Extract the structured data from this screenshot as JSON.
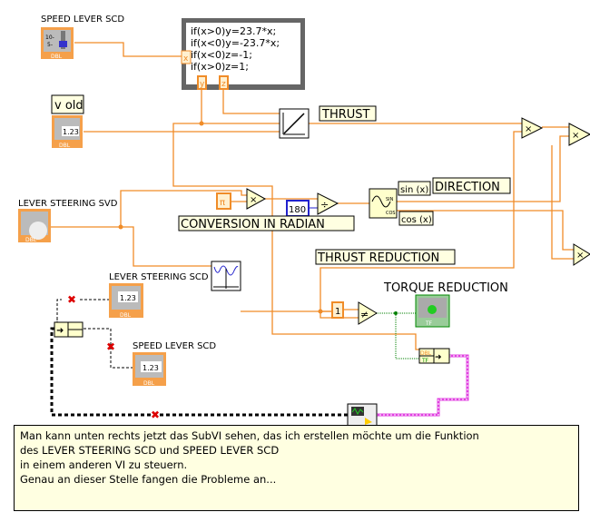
{
  "colors": {
    "dbl_wire": "#f08c28",
    "bool_wire": "#008000",
    "cluster_wire": "#e040e0",
    "comment_bg": "#ffffe1",
    "label_bg": "#ffffe1"
  },
  "controls": {
    "speed_lever_scd": {
      "label": "SPEED LEVER SCD",
      "type": "DBL",
      "icon": "vertical-slider-icon"
    },
    "v_old": {
      "label": "v old",
      "type": "DBL",
      "value": "1.23"
    },
    "lever_steering_svd": {
      "label": "LEVER STEERING SVD",
      "type": "DBL",
      "icon": "knob-icon"
    }
  },
  "formula_node": {
    "lines": [
      "if(x>0)y=23.7*x;",
      "if(x<0)y=-23.7*x;",
      "if(x<0)z=-1;",
      "if(x>0)z=1;"
    ],
    "input": "x",
    "outputs": [
      "y",
      "z"
    ]
  },
  "labels": {
    "thrust": "THRUST",
    "conversion": "CONVERSION IN RADIAN",
    "direction": "DIRECTION",
    "thrust_reduction": "THRUST REDUCTION",
    "torque_reduction": "TORQUE REDUCTION",
    "sin": "sin (x)",
    "cos": "cos (x)"
  },
  "constants": {
    "pi": "π",
    "c180": "180",
    "one": "1"
  },
  "indicators": {
    "lever_steering_scd": {
      "label": "LEVER STEERING SCD",
      "value": "1.23",
      "type": "DBL"
    },
    "speed_lever_scd": {
      "label": "SPEED LEVER SCD",
      "value": "1.23",
      "type": "DBL"
    },
    "torque_reduction": {
      "type": "TF"
    }
  },
  "nodes": {
    "multiply": "×",
    "divide": "÷",
    "not_equal": "≠",
    "sin_label": "SIN",
    "cos_label": "COS",
    "bundle_dbl": "DBL",
    "bundle_tf": "TF"
  },
  "comment": {
    "lines": [
      "Man kann unten rechts jetzt das SubVI sehen, das ich erstellen möchte um die Funktion",
      "des LEVER STEERING SCD und SPEED LEVER SCD",
      "in einem anderen VI zu steuern.",
      "Genau an dieser Stelle fangen die Probleme an..."
    ]
  }
}
